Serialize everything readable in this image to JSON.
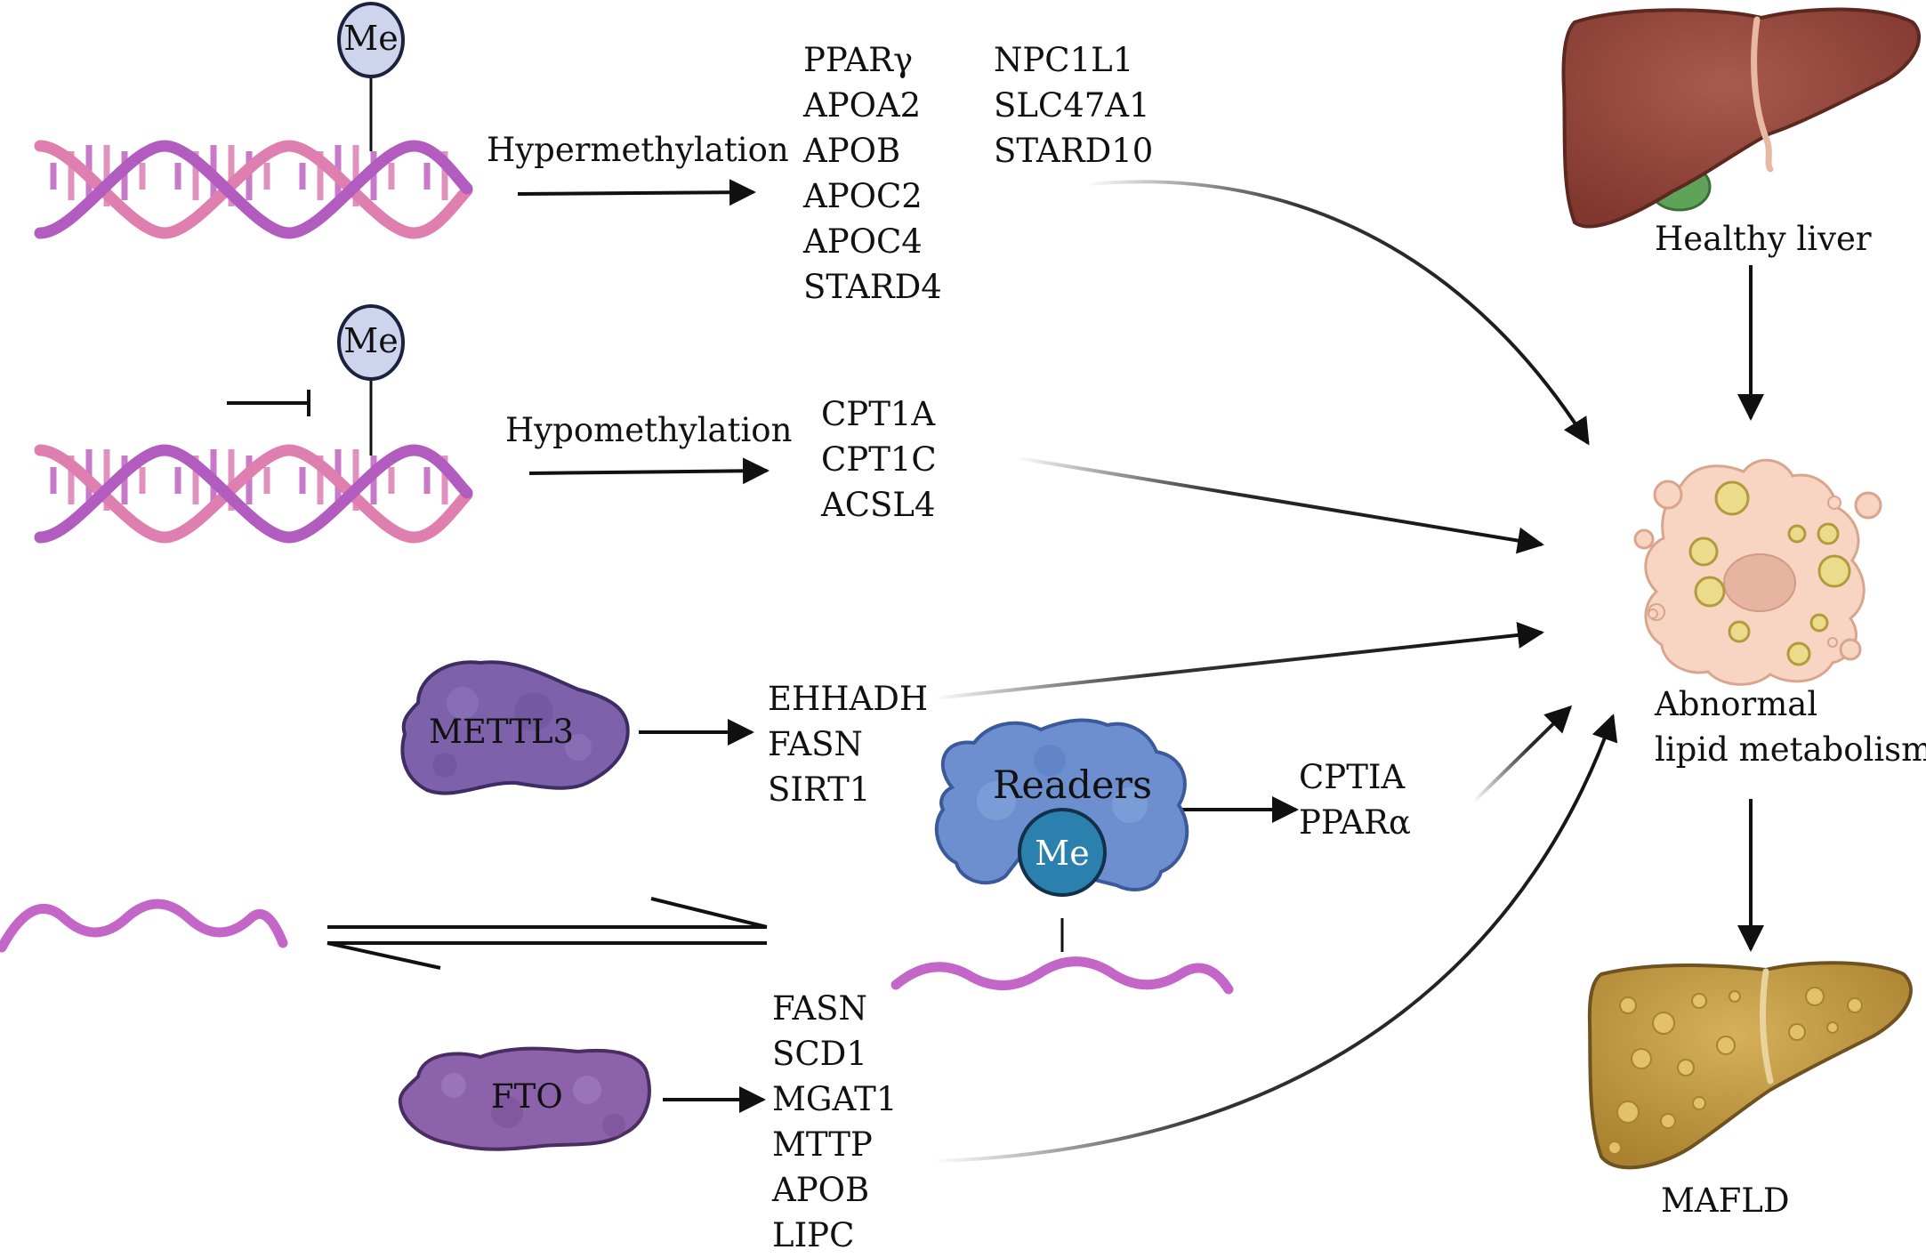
{
  "labels": {
    "me": "Me",
    "hypermethylation": "Hypermethylation",
    "hypomethylation": "Hypomethylation",
    "mettl3": "METTL3",
    "fto": "FTO",
    "readers": "Readers",
    "healthy_liver": "Healthy liver",
    "abnormal_line1": "Abnormal",
    "abnormal_line2": "lipid metabolism",
    "mafld": "MAFLD"
  },
  "gene_groups": {
    "hyper_col1": [
      "PPARγ",
      "APOA2",
      "APOB",
      "APOC2",
      "APOC4",
      "STARD4"
    ],
    "hyper_col2": [
      "NPC1L1",
      "SLC47A1",
      "STARD10"
    ],
    "hypo": [
      "CPT1A",
      "CPT1C",
      "ACSL4"
    ],
    "mettl3_targets": [
      "EHHADH",
      "FASN",
      "SIRT1"
    ],
    "readers_targets": [
      "CPTIA",
      "PPARα"
    ],
    "fto_targets": [
      "FASN",
      "SCD1",
      "MGAT1",
      "MTTP",
      "APOB",
      "LIPC"
    ]
  },
  "colors": {
    "dna_strand_a": "#b25cc0",
    "dna_strand_b": "#de7fb0",
    "me_fill": "#cdd4ec",
    "me_stroke": "#1b2240",
    "enzyme_fill": "#7d62ab",
    "reader_fill": "#6d8fcf",
    "reader_me_fill": "#2c80ad",
    "rna_strand": "#c366c8",
    "healthy_liver": "#9a4b40",
    "gallbladder": "#5fa35b",
    "fatty_liver": "#c9a14a",
    "cell_fill": "#f8d4c3",
    "lipid_droplet": "#eadc8b",
    "arrow": "#111111"
  }
}
